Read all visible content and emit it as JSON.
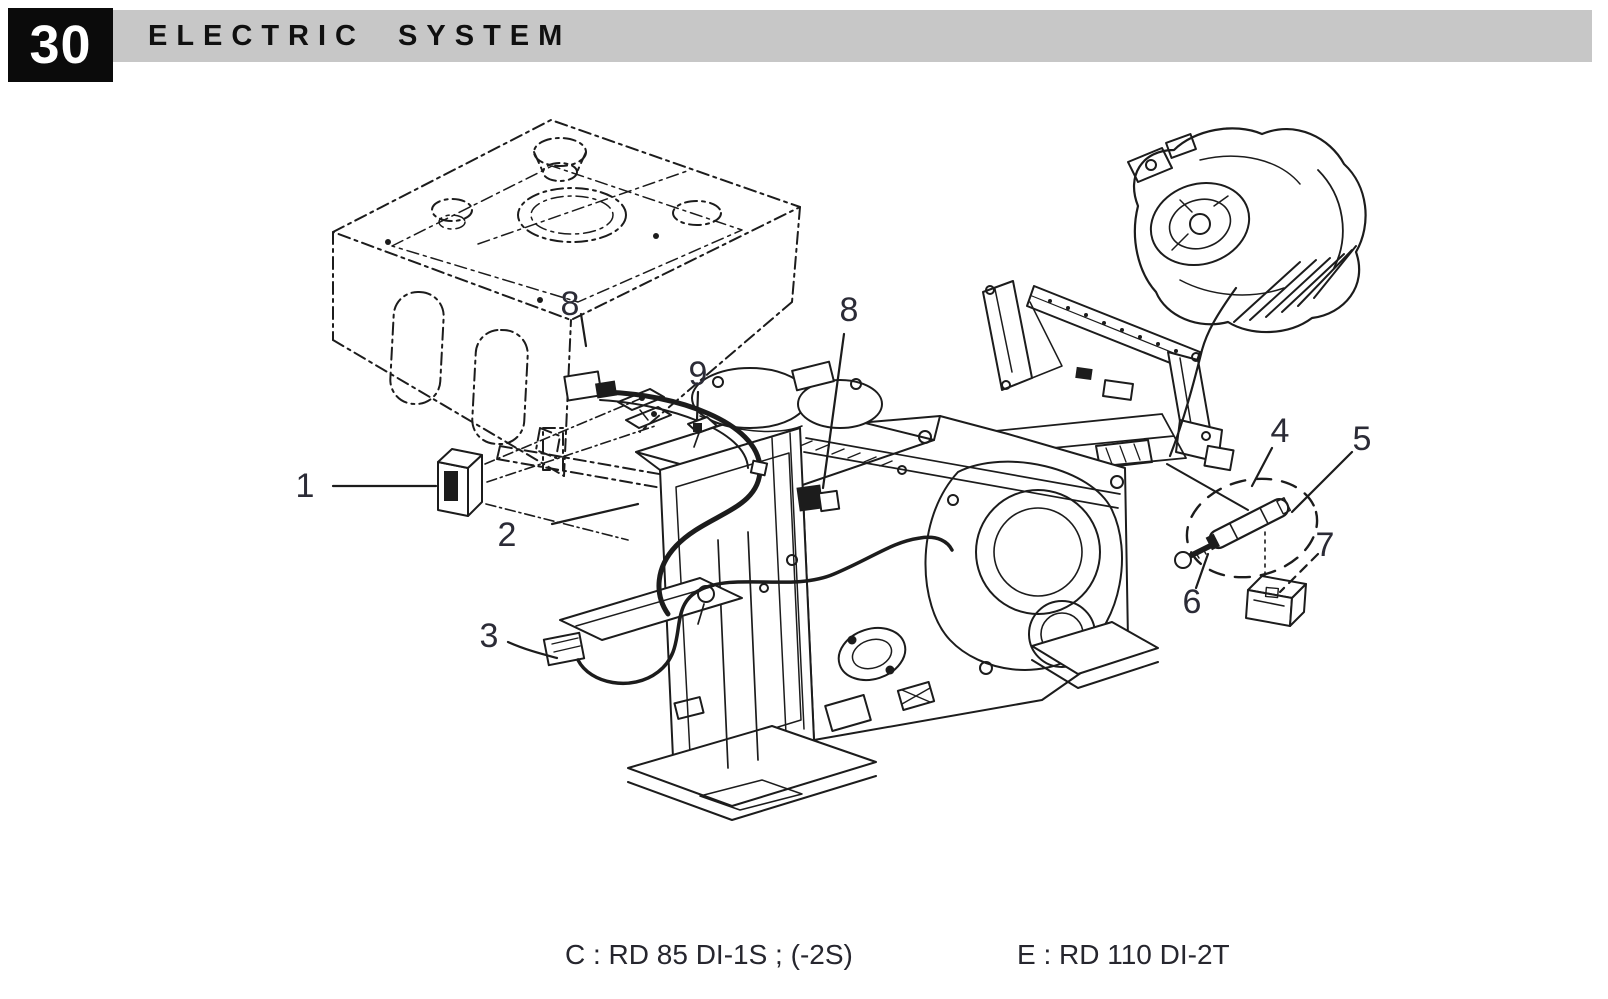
{
  "colors": {
    "header_bar": "#c7c7c7",
    "section_box_bg": "#0b0b0b",
    "section_box_text": "#ffffff",
    "ink": "#1c1c1c",
    "callout_text": "#2b2b36"
  },
  "header": {
    "section_number": "30",
    "title": "ELECTRIC SYSTEM"
  },
  "diagram": {
    "callouts": {
      "n1": "1",
      "n2": "2",
      "n3": "3",
      "n4": "4",
      "n5": "5",
      "n6": "6",
      "n7": "7",
      "n8a": "8",
      "n8b": "8",
      "n9": "9"
    },
    "captions": {
      "left": "C : RD 85 DI-1S ; (-2S)",
      "right": "E : RD 110 DI-2T"
    }
  }
}
